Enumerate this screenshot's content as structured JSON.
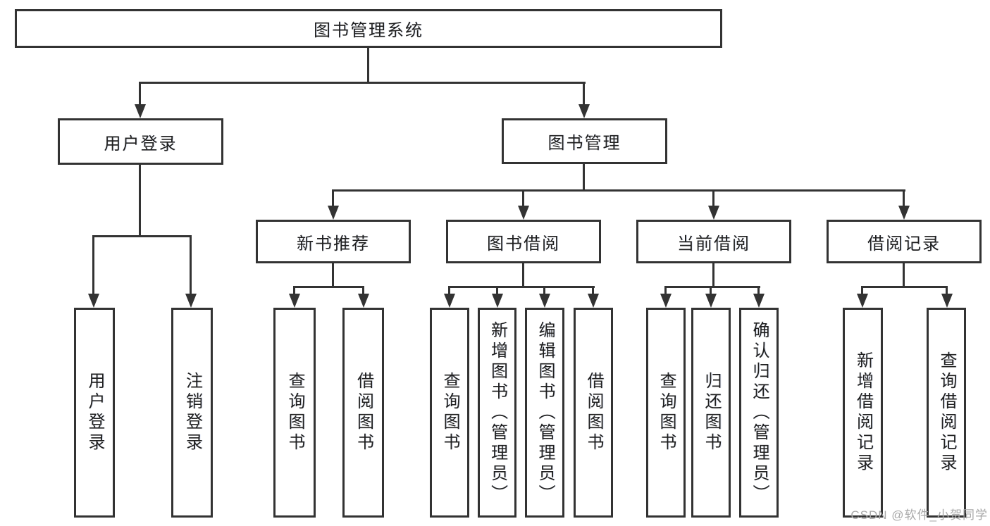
{
  "diagram": {
    "title": "图书管理系统",
    "root": {
      "label": "图书管理系统"
    },
    "level2": {
      "user_login": {
        "label": "用户登录"
      },
      "book_mgmt": {
        "label": "图书管理"
      }
    },
    "level3": {
      "new_book_rec": {
        "label": "新书推荐"
      },
      "book_borrow": {
        "label": "图书借阅"
      },
      "current_borrow": {
        "label": "当前借阅"
      },
      "borrow_records": {
        "label": "借阅记录"
      }
    },
    "leaves": {
      "user": [
        "用户登录",
        "注销登录"
      ],
      "recommend": [
        "查询图书",
        "借阅图书"
      ],
      "borrow": [
        "查询图书",
        "新增图书（管理员）",
        "编辑图书（管理员）",
        "借阅图书"
      ],
      "current": [
        "查询图书",
        "归还图书",
        "确认归还（管理员）"
      ],
      "records": [
        "新增借阅记录",
        "查询借阅记录"
      ]
    }
  },
  "watermark": {
    "text": "CSDN @软件_小贺同学"
  },
  "colors": {
    "line": "#333333",
    "text": "#1f1f1f",
    "background": "#ffffff",
    "watermark": "#a8a8a8"
  }
}
